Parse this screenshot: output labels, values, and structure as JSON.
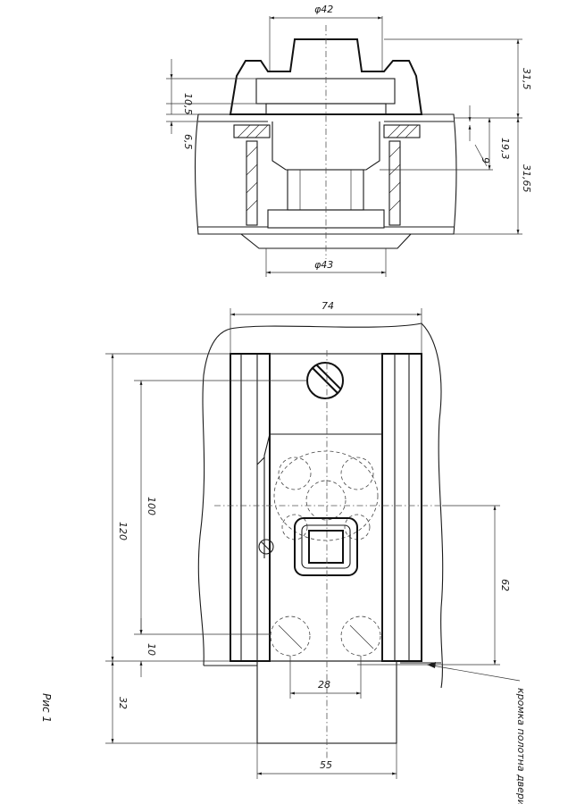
{
  "top_view": {
    "dim_diameter_top": "φ42",
    "dim_diameter_bottom": "φ43",
    "dim_105": "10,5",
    "dim_65": "6,5",
    "dim_315": "31,5",
    "dim_193": "19,3",
    "dim_3165": "31,65",
    "dim_9": "9"
  },
  "front_view": {
    "dim_74": "74",
    "dim_120": "120",
    "dim_100": "100",
    "dim_10": "10",
    "dim_32": "32",
    "dim_62": "62",
    "dim_28": "28",
    "dim_55": "55"
  },
  "leader_note": "кромка полотна двери",
  "caption": "Рис 1"
}
